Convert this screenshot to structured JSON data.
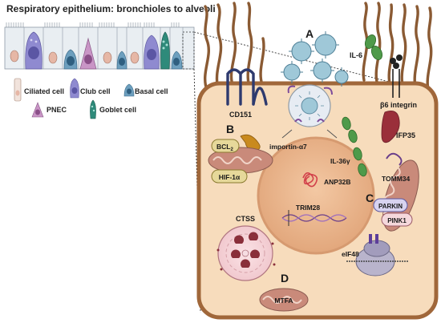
{
  "title": "Respiratory epithelium: bronchioles to alveoli",
  "legend": {
    "ciliated": "Ciliated cell",
    "club": "Club cell",
    "basal": "Basal cell",
    "pnec": "PNEC",
    "goblet": "Goblet cell"
  },
  "section_labels": {
    "a": "A",
    "b": "B",
    "c": "C",
    "d": "D"
  },
  "molecules": {
    "il6": "IL-6",
    "cd151": "CD151",
    "b6_integrin": "β6 integrin",
    "importin": "importin-α7",
    "ifp35": "IFP35",
    "bcl2_base": "BCL",
    "bcl2_sub": "2",
    "hif1a": "HIF-1α",
    "il36g": "IL-36γ",
    "anp32b": "ANP32B",
    "tomm34": "TOMM34",
    "trim28": "TRIM28",
    "parkin": "PARKIN",
    "pink1": "PINK1",
    "ctss": "CTSS",
    "eif48": "eIF48",
    "mtfa": "MTFA"
  },
  "colors": {
    "cell_fill": "#f7dcbc",
    "cell_border": "#a0673a",
    "cilia": "#8a5a33",
    "nucleus": "#e9b48a",
    "mito": "#c98a7a",
    "virus": "#9fc8d8",
    "il6": "#4f9a4a",
    "cd151": "#2e3a6e",
    "ifp35": "#9a2f3a",
    "importin": "#c98a1e"
  }
}
